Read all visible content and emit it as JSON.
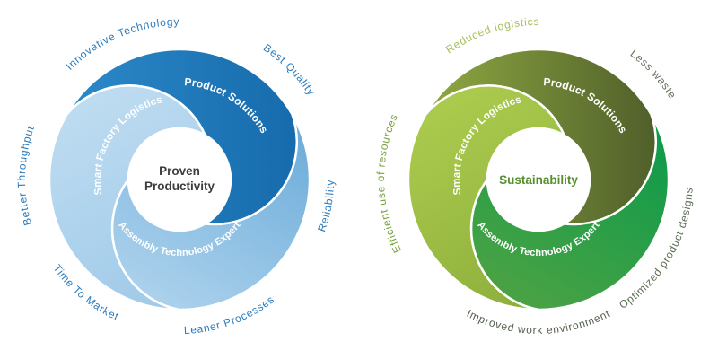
{
  "left_diagram": {
    "center": {
      "line1": "Proven",
      "line2": "Productivity",
      "color": "#3d3d3c"
    },
    "arms": {
      "product": {
        "label": "Product Solutions",
        "grad": [
          "#2c89c9",
          "#166bac"
        ]
      },
      "assembly": {
        "label": "Assembly Technology Expert",
        "grad": [
          "#6aabd9",
          "#abd1ec"
        ]
      },
      "smart": {
        "label": "Smart Factory Logistics",
        "grad": [
          "#9ec9e8",
          "#bedcf1"
        ]
      }
    },
    "outer_labels": {
      "innovative_technology": {
        "text": "Innovative Technology",
        "color": "#2b7bbd"
      },
      "best_quality": {
        "text": "Best Quality",
        "color": "#2b7bbd"
      },
      "reliability": {
        "text": "Reliability",
        "color": "#2b7bbd"
      },
      "leaner_processes": {
        "text": "Leaner Processes",
        "color": "#2b7bbd"
      },
      "time_to_market": {
        "text": "Time To Market",
        "color": "#2b7bbd"
      },
      "better_throughput": {
        "text": "Better Throughput",
        "color": "#2b7bbd"
      }
    }
  },
  "right_diagram": {
    "center": {
      "line1": "Sustainability",
      "color": "#568f2d"
    },
    "arms": {
      "product": {
        "label": "Product Solutions",
        "grad": [
          "#8fa942",
          "#505f2a"
        ]
      },
      "assembly": {
        "label": "Assembly Technology Expert",
        "grad": [
          "#0a9a4b",
          "#4aa244"
        ]
      },
      "smart": {
        "label": "Smart Factory Logistics",
        "grad": [
          "#8dae3b",
          "#abcb4e"
        ]
      }
    },
    "outer_labels": {
      "reduced_logistics": {
        "text": "Reduced logistics",
        "color": "#a3bf56"
      },
      "less_waste": {
        "text": "Less waste",
        "color": "#66705e"
      },
      "optimized_product_designs": {
        "text": "Optimized product designs",
        "color": "#5a6e52"
      },
      "improved_work_environment": {
        "text": "Improved work environment",
        "color": "#556051"
      },
      "efficient_use_of_resources": {
        "text": "Efficient use of resources",
        "color": "#77a23b"
      }
    }
  }
}
